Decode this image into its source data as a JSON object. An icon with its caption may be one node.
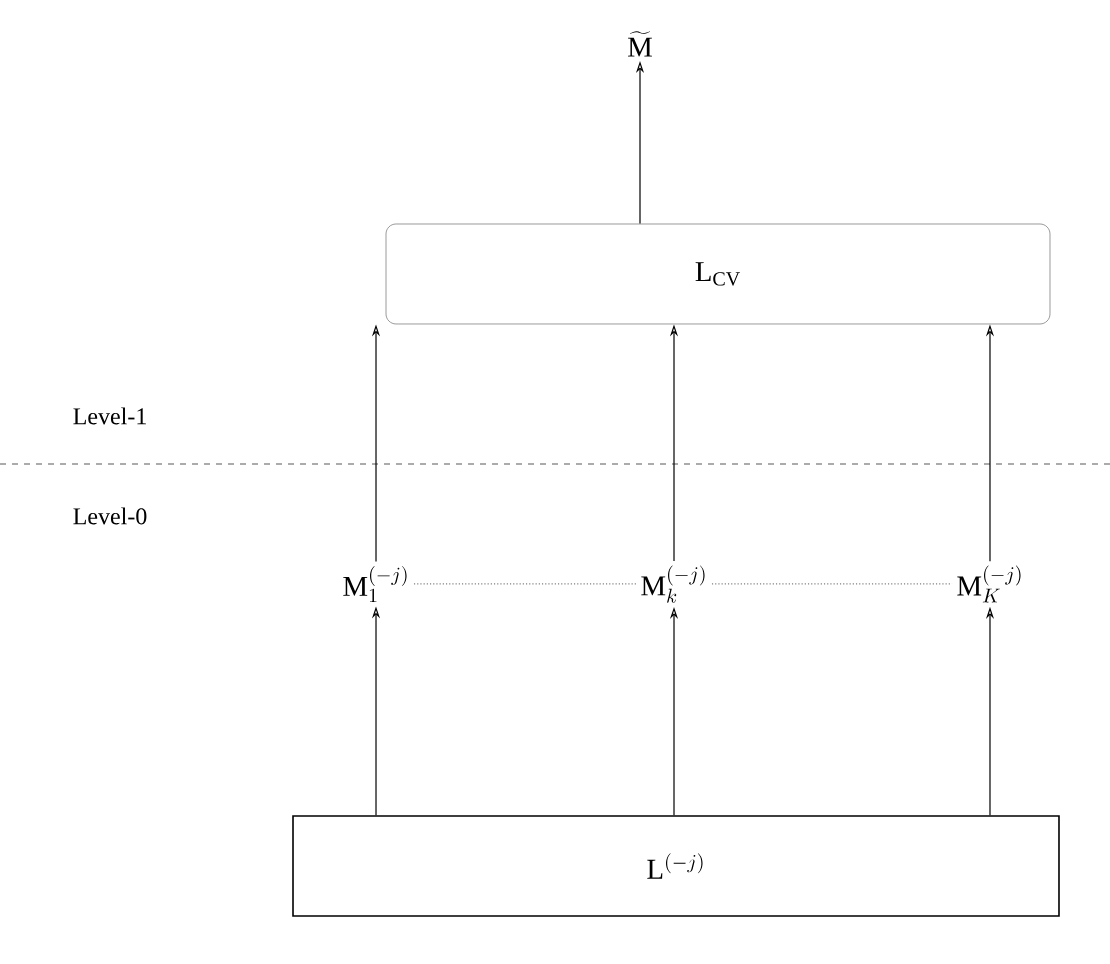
{
  "diagram": {
    "nodes": [
      {
        "text": [
          "\\widetilde{\\mathrm{M}}"
        ]
      },
      {
        "text": [
          "\\mathrm{L}_{\\mathrm{CV}}"
        ]
      },
      {
        "text": [
          "\\mathrm{M}_{1}^{(-j)}"
        ]
      },
      {
        "text": [
          "\\mathrm{M}_{k}^{(-j)}"
        ]
      },
      {
        "text": [
          "\\mathrm{M}_{K}^{(-j)}"
        ]
      },
      {
        "text": [
          "\\mathrm{L}^{(-j)}"
        ]
      }
    ],
    "edges": [
      {
        "from": 1,
        "to": 0,
        "arrow": "to"
      },
      {
        "from": 2,
        "to": 1,
        "arrow": "to"
      },
      {
        "from": 3,
        "to": 1,
        "arrow": "to"
      },
      {
        "from": 4,
        "to": 1,
        "arrow": "to"
      },
      {
        "from": 5,
        "to": 2,
        "arrow": "to"
      },
      {
        "from": 5,
        "to": 3,
        "arrow": "to"
      },
      {
        "from": 5,
        "to": 4,
        "arrow": "to"
      },
      {
        "from": 2,
        "to": 3,
        "arrow": "none",
        "style": "dashed",
        "color": "#808080"
      },
      {
        "from": 3,
        "to": 4,
        "arrow": "none",
        "style": "dashed",
        "color": "#808080"
      }
    ],
    "labels": [
      "Level-1",
      "Level-0"
    ]
  }
}
